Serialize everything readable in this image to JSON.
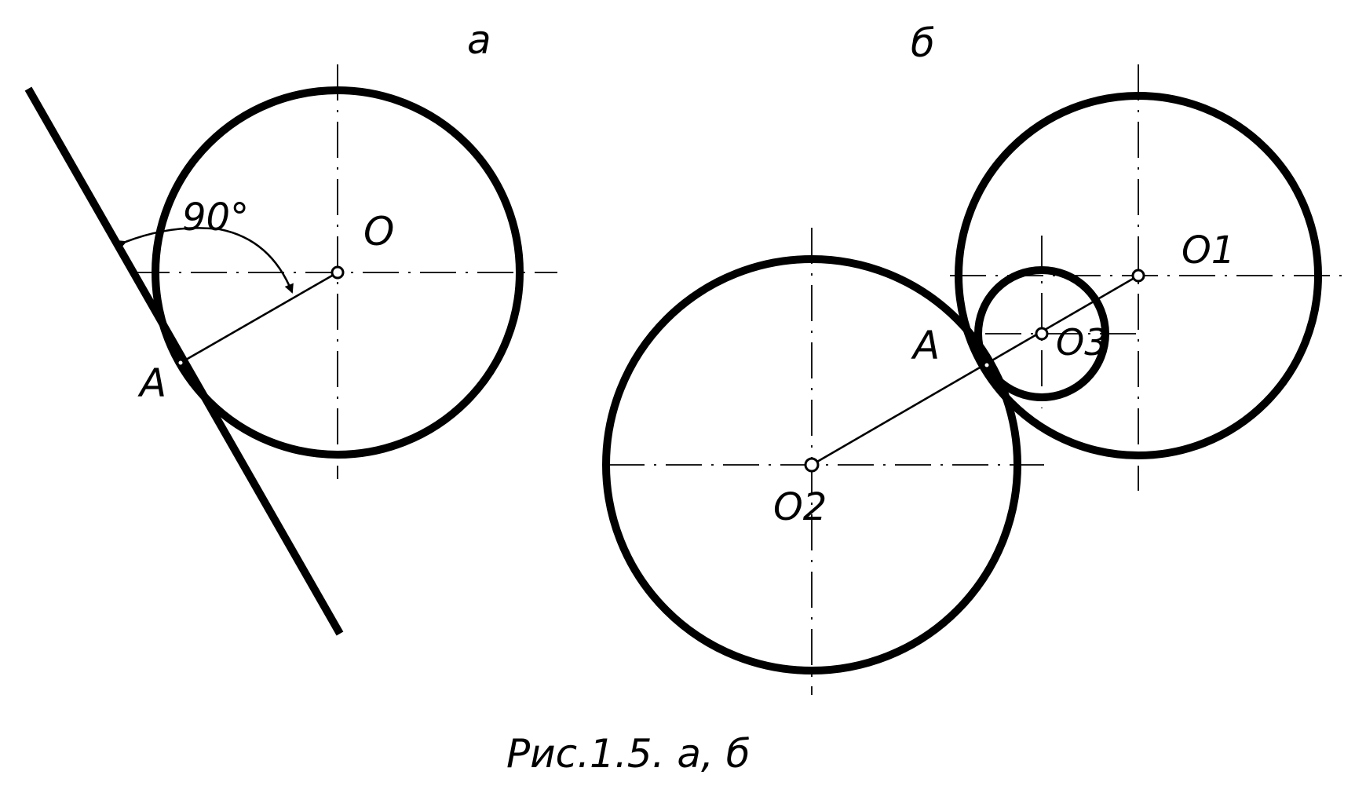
{
  "figure": {
    "caption": "Рис.1.5. а, б",
    "panel_a": {
      "label": "а",
      "center_label": "O",
      "tangent_point_label": "A",
      "angle_label": "90°"
    },
    "panel_b": {
      "label": "б",
      "circle1_center_label": "O1",
      "circle2_center_label": "O2",
      "circle3_center_label": "O3",
      "tangent_point_label": "A"
    }
  }
}
